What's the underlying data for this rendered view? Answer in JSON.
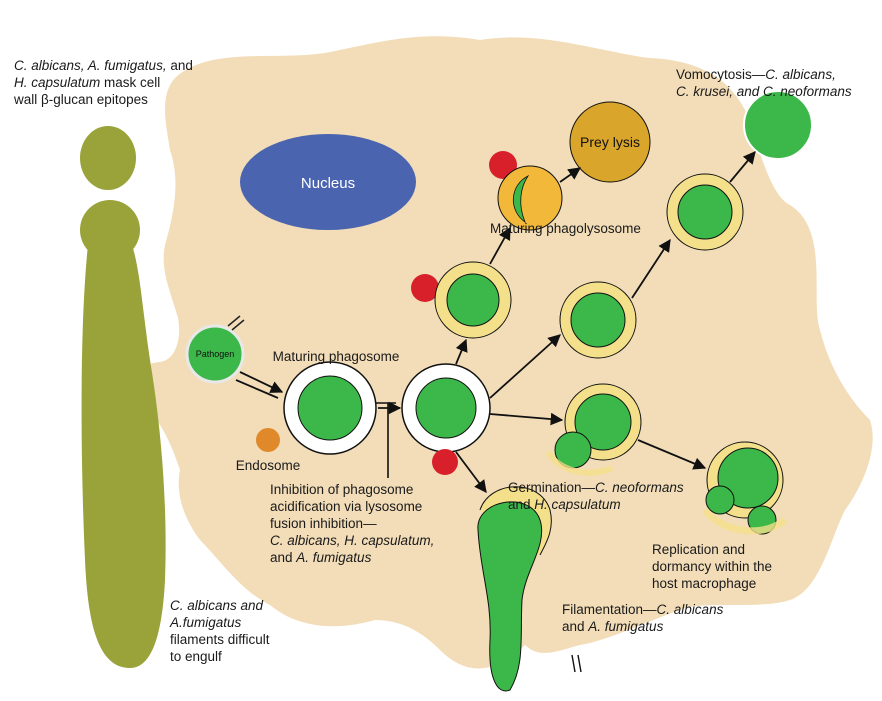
{
  "labels": {
    "mask_l1_a": "C. albicans, A. fumigatus,",
    "mask_l1_b": " and",
    "mask_l2_a": "H. capsulatum",
    "mask_l2_b": " mask cell",
    "mask_l3": "wall β-glucan epitopes",
    "nucleus": "Nucleus",
    "pathogen": "Pathogen",
    "maturing_phagosome": "Maturing phagosome",
    "endosome": "Endosome",
    "inhib_l1": "Inhibition of phagosome",
    "inhib_l2": "acidification via lysosome",
    "inhib_l3": "fusion inhibition—",
    "inhib_l4": "C. albicans, H. capsulatum,",
    "inhib_l5_a": "and ",
    "inhib_l5_b": "A. fumigatus",
    "maturing_phagolysosome": "Maturing phagolysosome",
    "prey_lysis": "Prey lysis",
    "vomo_l1_a": "Vomocytosis—",
    "vomo_l1_b": "C. albicans,",
    "vomo_l2": "C. krusei, and C. neoformans",
    "germ_l1_a": "Germination—",
    "germ_l1_b": "C. neoformans",
    "germ_l2_a": "and ",
    "germ_l2_b": "H. capsulatum",
    "repl_l1": "Replication and",
    "repl_l2": "dormancy within the",
    "repl_l3": "host macrophage",
    "fil_l1_a": "Filamentation—",
    "fil_l1_b": "C. albicans",
    "fil_l2_a": "and ",
    "fil_l2_b": "A. fumigatus",
    "filam_l1": "C. albicans and",
    "filam_l2": "A.fumigatus",
    "filam_l3": "filaments difficult",
    "filam_l4": "to engulf"
  },
  "colors": {
    "macrophage": "#f2ddb8",
    "olive": "#9aa33a",
    "nucleus": "#4a64b0",
    "pathogen_green": "#3cb84a",
    "phagolysosome_yellow": "#f4e08a",
    "lysosome_red": "#d8202a",
    "endosome_orange": "#e0892a",
    "prey_lysis_gold": "#d9a52a",
    "maturing_orange": "#f2b83a"
  }
}
